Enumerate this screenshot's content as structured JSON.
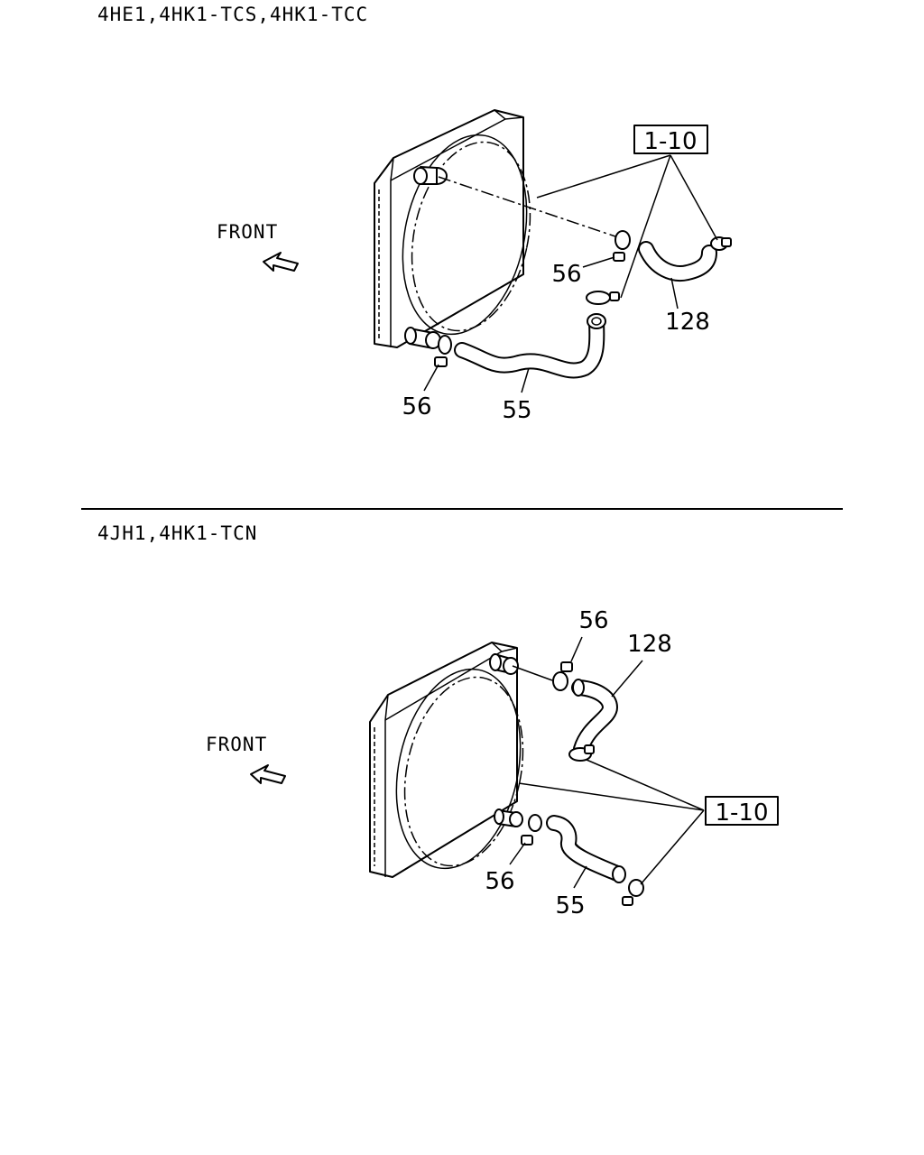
{
  "sections": [
    {
      "heading": "4HE1,4HK1-TCS,4HK1-TCC",
      "front_label": "FRONT",
      "ref_box": "1-10",
      "callouts": {
        "clamp_upper": "56",
        "clamp_lower": "56",
        "hose_upper": "128",
        "hose_lower": "55"
      }
    },
    {
      "heading": "4JH1,4HK1-TCN",
      "front_label": "FRONT",
      "ref_box": "1-10",
      "callouts": {
        "clamp_upper": "56",
        "clamp_lower": "56",
        "hose_upper": "128",
        "hose_lower": "55"
      }
    }
  ]
}
